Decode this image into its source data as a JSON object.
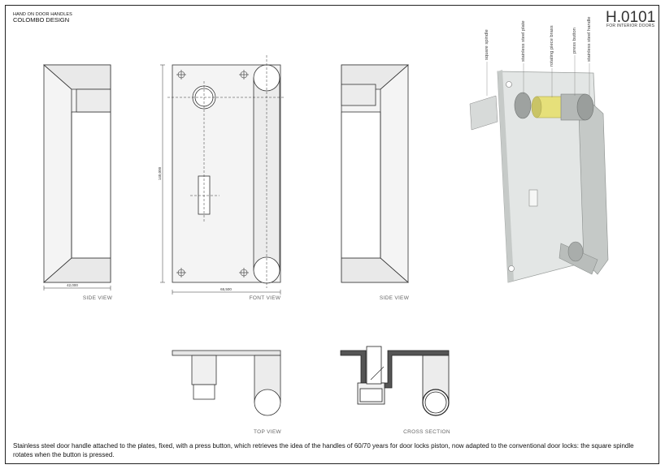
{
  "header": {
    "subtitle": "HAND ON DOOR HANDLES",
    "brand": "COLOMBO DESIGN",
    "code": "H.0101",
    "code_sub": "FOR INTERIOR DOORS"
  },
  "views": {
    "side_left": "SIDE VIEW",
    "front": "FONT VIEW",
    "side_right": "SIDE VIEW",
    "top": "TOP VIEW",
    "cross": "CROSS SECTION"
  },
  "dimensions": {
    "side_width": "42,000",
    "front_width": "65,500",
    "front_height": "140,000"
  },
  "annotations": [
    "square spindle",
    "stainless steel plate",
    "rotating piece brass",
    "press button",
    "stainless steel handle"
  ],
  "description": "Stainless steel door handle attached to the plates, fixed, with a press button, which retrieves the idea of the handles of 60/70 years for door locks piston, now adapted to the conventional door locks: the square spindle rotates when the button is pressed.",
  "colors": {
    "brass": "#e6e07a",
    "steel": "#b8bdbb",
    "line": "#222222"
  }
}
